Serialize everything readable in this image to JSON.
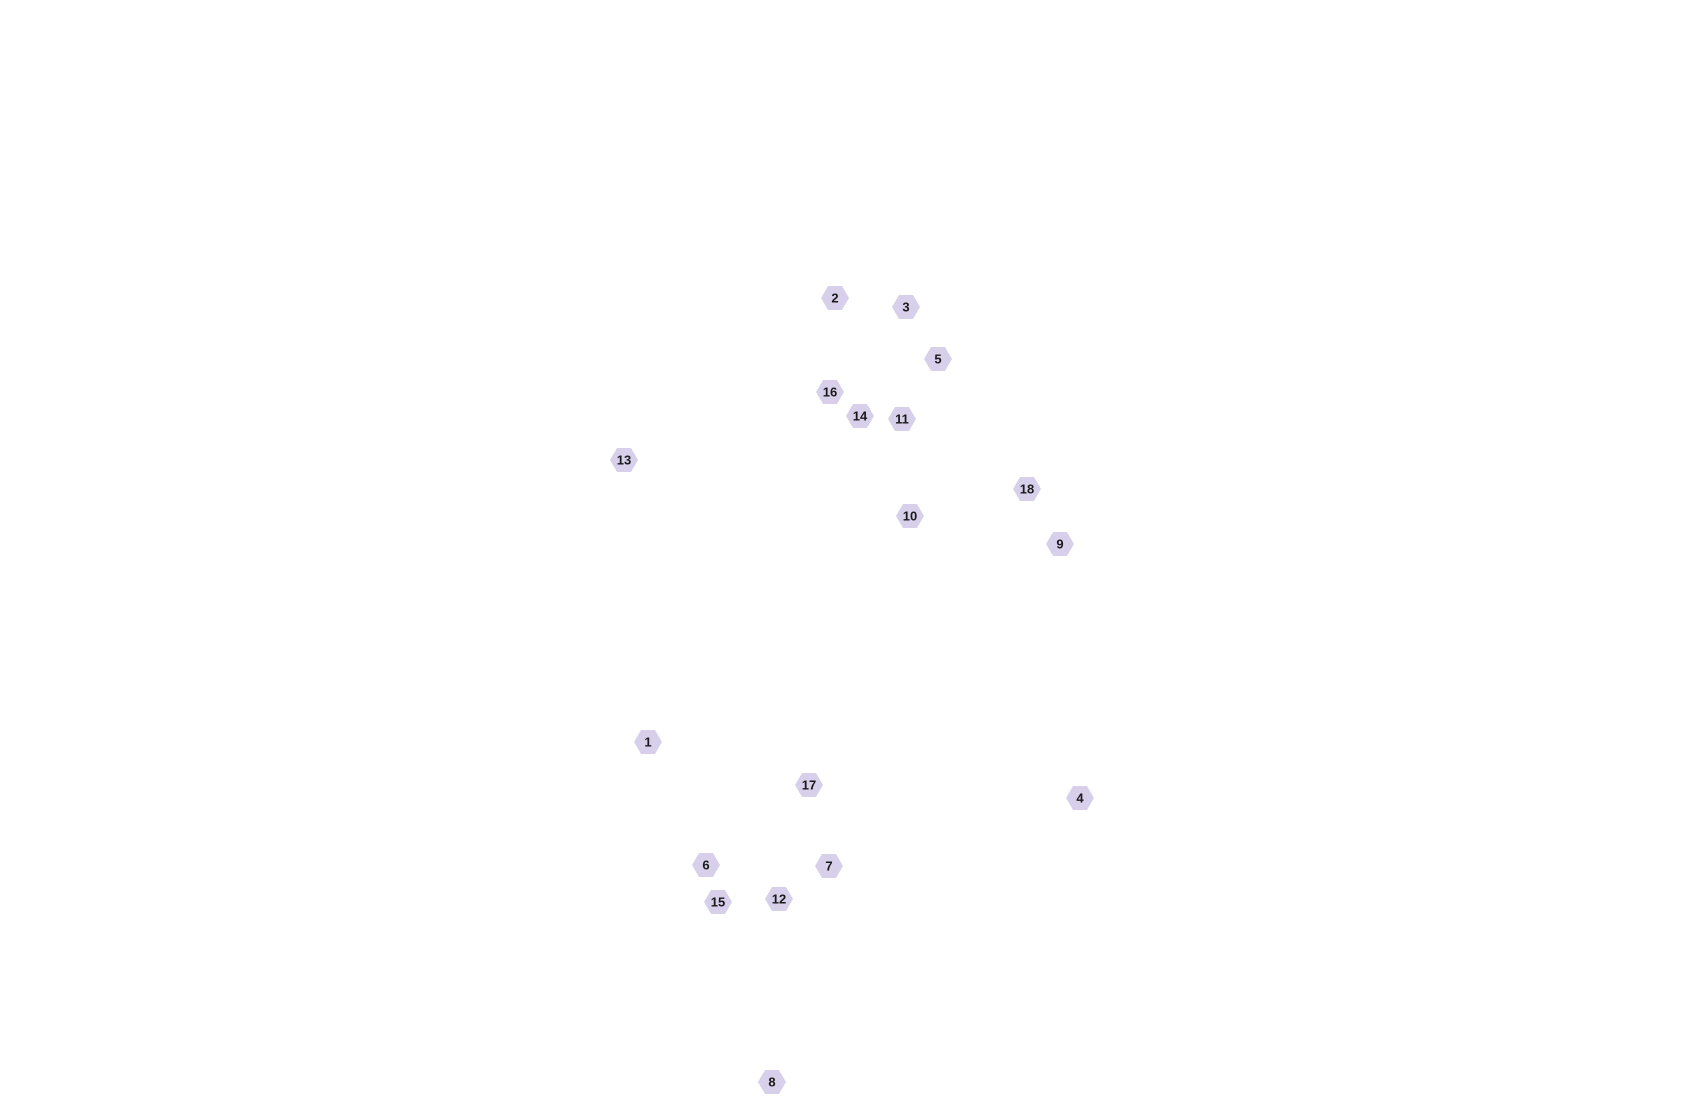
{
  "diagram": {
    "node_fill": "#d8d0ea",
    "node_shape": "hexagon",
    "nodes": [
      {
        "id": "1",
        "label": "1"
      },
      {
        "id": "2",
        "label": "2"
      },
      {
        "id": "3",
        "label": "3"
      },
      {
        "id": "4",
        "label": "4"
      },
      {
        "id": "5",
        "label": "5"
      },
      {
        "id": "6",
        "label": "6"
      },
      {
        "id": "7",
        "label": "7"
      },
      {
        "id": "8",
        "label": "8"
      },
      {
        "id": "9",
        "label": "9"
      },
      {
        "id": "10",
        "label": "10"
      },
      {
        "id": "11",
        "label": "11"
      },
      {
        "id": "12",
        "label": "12"
      },
      {
        "id": "13",
        "label": "13"
      },
      {
        "id": "14",
        "label": "14"
      },
      {
        "id": "15",
        "label": "15"
      },
      {
        "id": "16",
        "label": "16"
      },
      {
        "id": "17",
        "label": "17"
      },
      {
        "id": "18",
        "label": "18"
      }
    ]
  }
}
